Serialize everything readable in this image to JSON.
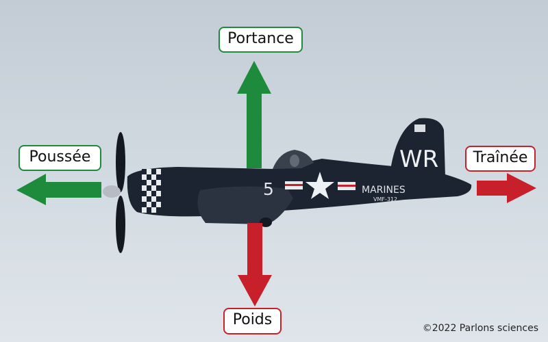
{
  "diagram": {
    "forces": {
      "lift": "Portance",
      "thrust": "Poussée",
      "drag": "Traînée",
      "weight": "Poids"
    },
    "aircraft_markings": {
      "tail_code": "WR",
      "number": "5",
      "service": "MARINES",
      "squadron": "VMF-312"
    },
    "copyright": "©2022 Parlons sciences"
  },
  "colors": {
    "upward_and_forward_arrows": "#1e8a3c",
    "downward_and_backward_arrows": "#c8202b",
    "aircraft": "#1d2431"
  }
}
